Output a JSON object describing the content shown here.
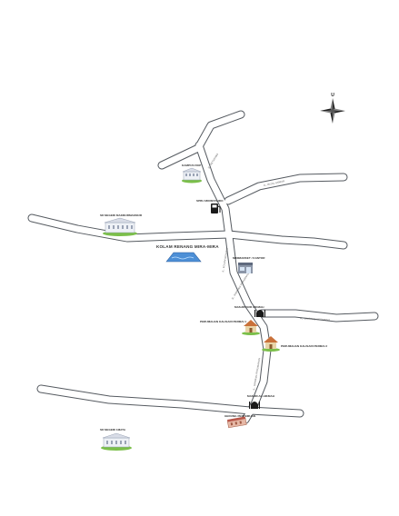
{
  "map": {
    "compass": {
      "north_label": "U"
    },
    "roads": [
      {
        "id": "jl-ketapang",
        "label": "JL. KETAPANG"
      },
      {
        "id": "jl-rizal-anwar",
        "label": "JL. RIZAL ANWAR"
      },
      {
        "id": "jl-vertical-1",
        "label": "JL. KOLAM RENANG"
      },
      {
        "id": "jl-vertical-2",
        "label": "JL. SIMPANG PERUMAHAN"
      },
      {
        "id": "jl-sm-pandan",
        "label": "JL. SIMPANG KETAPANG"
      },
      {
        "id": "jl-vertical-3",
        "label": "JL. SIMPANG PERUMAHAN"
      }
    ],
    "pois": [
      {
        "id": "kampus-fkip",
        "label": "KAMPUS FKIP",
        "icon": "school-building-icon"
      },
      {
        "id": "spbu",
        "label": "SPBU MORETAHDO",
        "icon": "fuel-pump-icon"
      },
      {
        "id": "sd-negeri",
        "label": "SD NEGERI MAKMURMAKMUR",
        "icon": "school-building-icon"
      },
      {
        "id": "kolam-renang",
        "label": "KOLAM RENANG MIRA-MIRA",
        "icon": "swimming-pool-icon"
      },
      {
        "id": "minimarket",
        "label": "MINIMARKET / KANTOR",
        "icon": "store-building-icon"
      },
      {
        "id": "masjid-1",
        "label": "MASJID NUR HIKMAH",
        "icon": "mosque-icon"
      },
      {
        "id": "perum-1",
        "label": "PERUMAHAN KALISARI PERMAI 1",
        "icon": "house-icon"
      },
      {
        "id": "perum-2",
        "label": "PERUMAHAN KALISARI PERMAI 2",
        "icon": "house-icon"
      },
      {
        "id": "masjid-2",
        "label": "MASJID AL-HIKMAH",
        "icon": "mosque-icon"
      },
      {
        "id": "gedung",
        "label": "GEDUNG PERTEMUAN",
        "icon": "hall-building-icon"
      },
      {
        "id": "sd-2",
        "label": "SD NEGERI 1MATA",
        "icon": "school-building-icon"
      }
    ]
  }
}
